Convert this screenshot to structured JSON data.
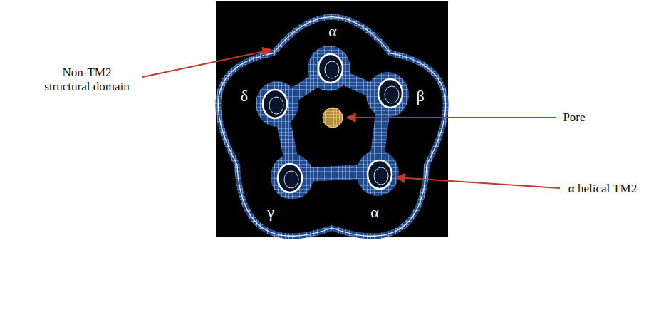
{
  "diagram": {
    "labels": [
      "Non-TM2 structural domain",
      "Pore",
      "α helical TM2",
      "α",
      "δ",
      "β",
      "γ",
      "α"
    ]
  }
}
